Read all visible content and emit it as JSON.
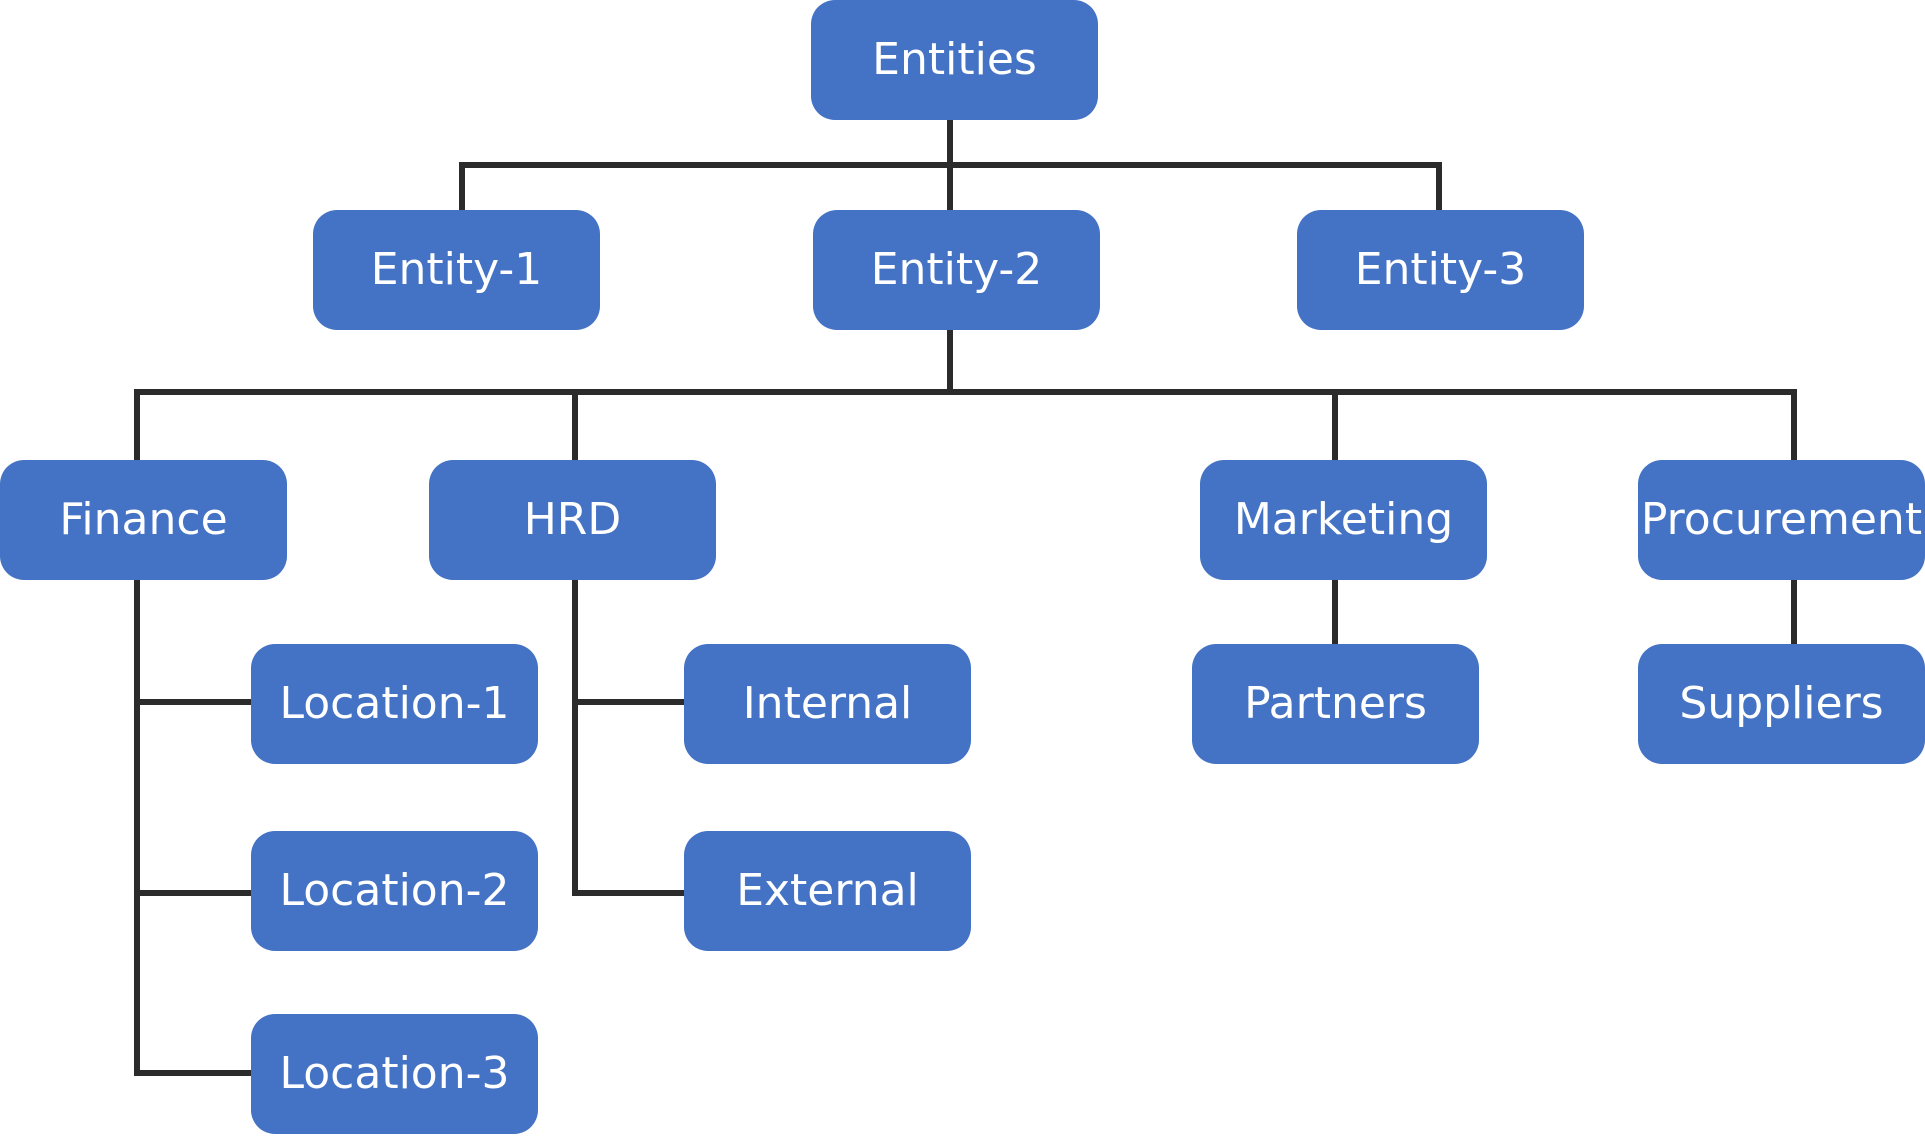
{
  "colors": {
    "node_fill": "#4472C4",
    "node_text": "#FFFFFF",
    "connector": "#2B2B2B",
    "background": "#FFFFFF"
  },
  "nodes": {
    "root": {
      "label": "Entities"
    },
    "entity_1": {
      "label": "Entity-1"
    },
    "entity_2": {
      "label": "Entity-2"
    },
    "entity_3": {
      "label": "Entity-3"
    },
    "finance": {
      "label": "Finance"
    },
    "hrd": {
      "label": "HRD"
    },
    "marketing": {
      "label": "Marketing"
    },
    "procurement": {
      "label": "Procurement"
    },
    "location_1": {
      "label": "Location-1"
    },
    "location_2": {
      "label": "Location-2"
    },
    "location_3": {
      "label": "Location-3"
    },
    "internal": {
      "label": "Internal"
    },
    "external": {
      "label": "External"
    },
    "partners": {
      "label": "Partners"
    },
    "suppliers": {
      "label": "Suppliers"
    }
  }
}
